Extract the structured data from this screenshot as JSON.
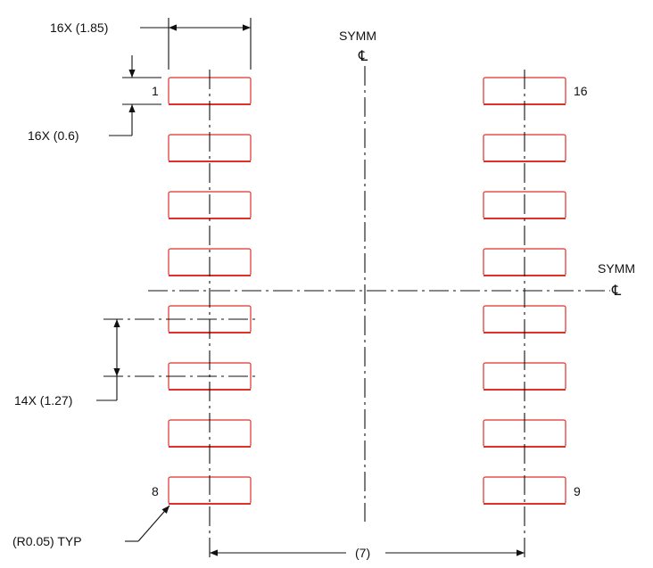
{
  "dimensions": {
    "pad_length": "16X (1.85)",
    "pad_width": "16X (0.6)",
    "pitch": "14X (1.27)",
    "row_spacing": "(7)",
    "corner_radius": "(R0.05) TYP"
  },
  "symmetry": {
    "label": "SYMM",
    "centerline_symbol": "℄"
  },
  "pin_labels": {
    "first": "1",
    "last": "16",
    "left_bottom": "8",
    "right_bottom": "9"
  },
  "layout": {
    "pins_per_side": 8,
    "total_pins": 16
  },
  "colors": {
    "pad_outline": "#e0302a",
    "linework": "#111111"
  }
}
